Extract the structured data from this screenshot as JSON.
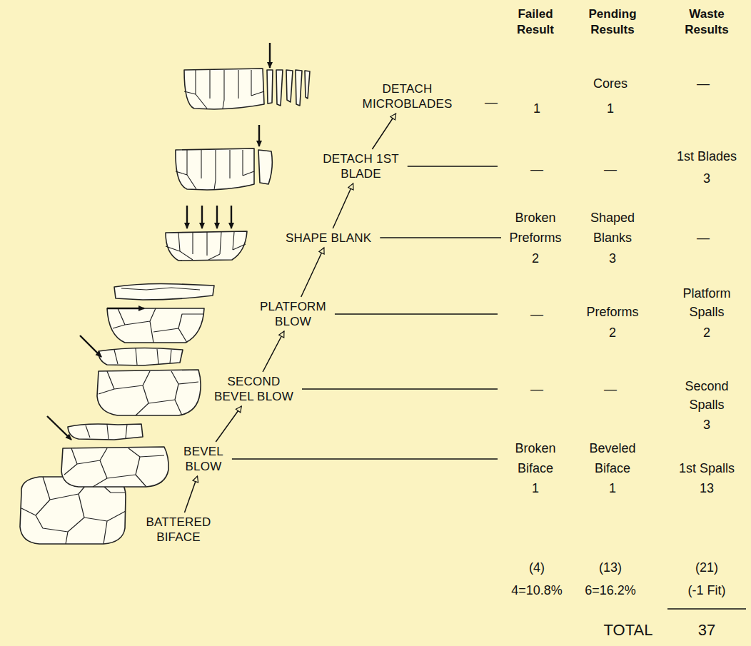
{
  "diagram": {
    "nodes": [
      {
        "text": [
          "DETACH MICROBLADES"
        ]
      },
      {
        "text": [
          "DETACH 1ST BLADE"
        ]
      },
      {
        "text": [
          "SHAPE BLANK"
        ]
      },
      {
        "text": [
          "PLATFORM BLOW"
        ]
      },
      {
        "text": [
          "SECOND BEVEL BLOW"
        ]
      },
      {
        "text": [
          "BEVEL BLOW"
        ]
      },
      {
        "text": [
          "BATTERED BIFACE"
        ]
      }
    ],
    "edges": [
      {
        "from": 6,
        "to": 5,
        "arrow": "to"
      },
      {
        "from": 5,
        "to": 4,
        "arrow": "to"
      },
      {
        "from": 4,
        "to": 3,
        "arrow": "to"
      },
      {
        "from": 3,
        "to": 2,
        "arrow": "to"
      },
      {
        "from": 2,
        "to": 1,
        "arrow": "to"
      },
      {
        "from": 1,
        "to": 0,
        "arrow": "to"
      }
    ],
    "labels": [
      "Failed",
      "Result",
      "Pending",
      "Results",
      "Waste",
      "Results",
      "—",
      "1",
      "Cores",
      "1",
      "—",
      "—",
      "—",
      "1st Blades",
      "3",
      "Broken",
      "Preforms",
      "2",
      "Shaped",
      "Blanks",
      "3",
      "—",
      "—",
      "Preforms",
      "2",
      "Platform",
      "Spalls",
      "2",
      "—",
      "—",
      "Second",
      "Spalls",
      "3",
      "Broken",
      "Biface",
      "1",
      "Beveled",
      "Biface",
      "1",
      "1st Spalls",
      "13",
      "(4)",
      "(13)",
      "(21)",
      "4=10.8%",
      "6=16.2%",
      "(-1 Fit)",
      "TOTAL",
      "37"
    ]
  }
}
